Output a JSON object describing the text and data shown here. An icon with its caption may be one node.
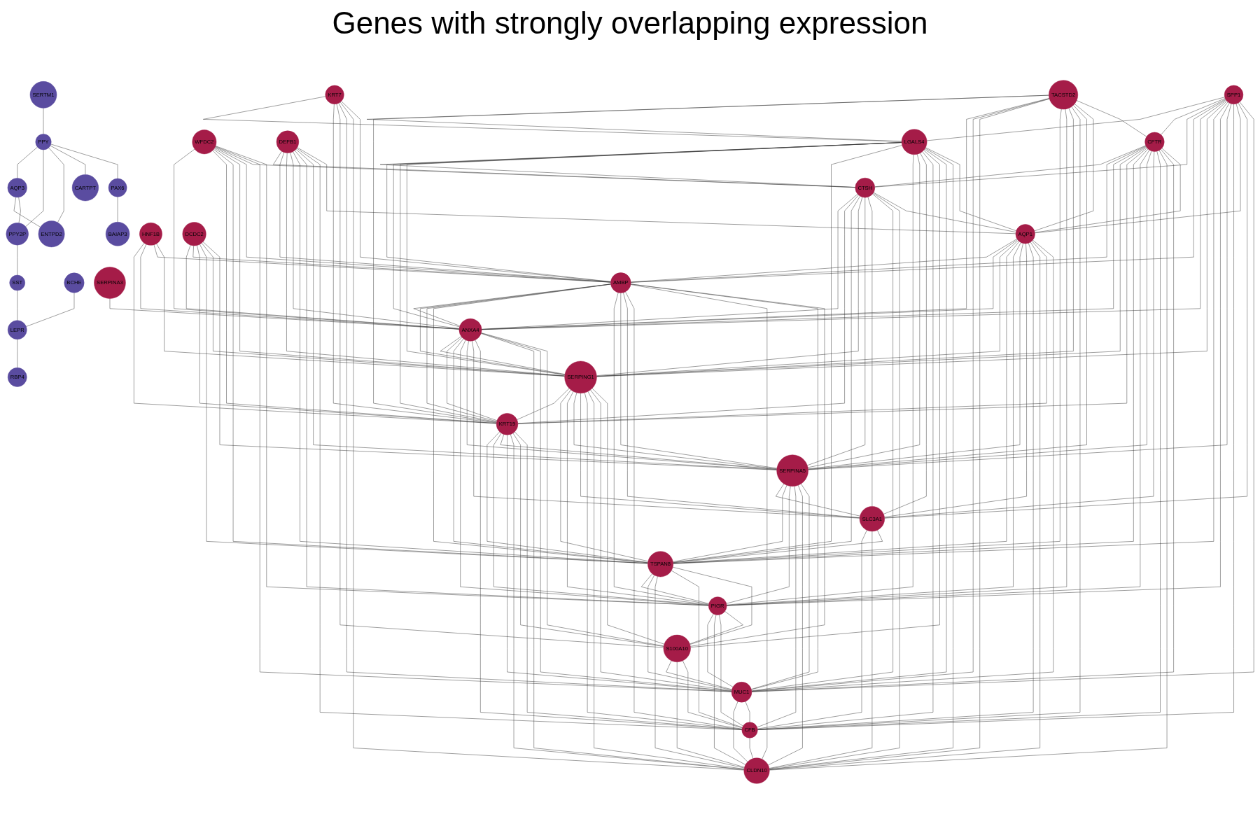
{
  "diagram": {
    "title": "Genes with strongly overlapping expression",
    "nodes": [
      {
        "text": [
          "AQP3"
        ]
      },
      {
        "text": [
          "SERTM1"
        ]
      },
      {
        "text": [
          "PPY"
        ]
      },
      {
        "text": [
          "PPY2P"
        ]
      },
      {
        "text": [
          "SST"
        ]
      },
      {
        "text": [
          "ENTPD2"
        ]
      },
      {
        "text": [
          "CARTPT"
        ]
      },
      {
        "text": [
          "PAX6"
        ]
      },
      {
        "text": [
          "LEPR"
        ]
      },
      {
        "text": [
          "BCHE"
        ]
      },
      {
        "text": [
          "BAIAP3"
        ]
      },
      {
        "text": [
          "RBP4"
        ]
      },
      {
        "text": [
          "HNF1B"
        ]
      },
      {
        "text": [
          "TACSTD2"
        ]
      },
      {
        "text": [
          "SERPINA3"
        ]
      },
      {
        "text": [
          "WFDC2"
        ]
      },
      {
        "text": [
          "SPP1"
        ]
      },
      {
        "text": [
          "DEFB1"
        ]
      },
      {
        "text": [
          "CFTR"
        ]
      },
      {
        "text": [
          "LGALS4"
        ]
      },
      {
        "text": [
          "CTSH"
        ]
      },
      {
        "text": [
          "AQP1"
        ]
      },
      {
        "text": [
          "AMBP"
        ]
      },
      {
        "text": [
          "ANXA4"
        ]
      },
      {
        "text": [
          "DCDC2"
        ]
      },
      {
        "text": [
          "SERPING1"
        ]
      },
      {
        "text": [
          "KRT19"
        ]
      },
      {
        "text": [
          "SERPINA5"
        ]
      },
      {
        "text": [
          "SLC3A1"
        ]
      },
      {
        "text": [
          "TSPAN8"
        ]
      },
      {
        "text": [
          "PIGR"
        ]
      },
      {
        "text": [
          "KRT7"
        ]
      },
      {
        "text": [
          "S100A10"
        ]
      },
      {
        "text": [
          "MUC1"
        ]
      },
      {
        "text": [
          "CFB"
        ]
      },
      {
        "text": [
          "CLDN10"
        ]
      }
    ],
    "edges": [
      {
        "from": 1,
        "to": 2,
        "arrow": "none"
      },
      {
        "from": 2,
        "to": 0,
        "arrow": "none"
      },
      {
        "from": 2,
        "to": 3,
        "arrow": "none"
      },
      {
        "from": 2,
        "to": 5,
        "arrow": "none"
      },
      {
        "from": 0,
        "to": 5,
        "arrow": "none"
      },
      {
        "from": 0,
        "to": 3,
        "arrow": "none"
      },
      {
        "from": 2,
        "to": 6,
        "arrow": "none"
      },
      {
        "from": 2,
        "to": 7,
        "arrow": "none"
      },
      {
        "from": 7,
        "to": 10,
        "arrow": "none"
      },
      {
        "from": 3,
        "to": 4,
        "arrow": "none"
      },
      {
        "from": 4,
        "to": 8,
        "arrow": "none"
      },
      {
        "from": 9,
        "to": 8,
        "arrow": "none"
      },
      {
        "from": 8,
        "to": 11,
        "arrow": "none"
      },
      {
        "from": 14,
        "to": 23,
        "arrow": "none"
      },
      {
        "from": 12,
        "to": 26,
        "arrow": "none"
      },
      {
        "from": 12,
        "to": 23,
        "arrow": "none"
      },
      {
        "from": 12,
        "to": 22,
        "arrow": "none"
      },
      {
        "from": 12,
        "to": 25,
        "arrow": "none"
      },
      {
        "from": 13,
        "to": 19,
        "arrow": "none"
      },
      {
        "from": 13,
        "to": 26,
        "arrow": "none"
      },
      {
        "from": 13,
        "to": 23,
        "arrow": "none"
      },
      {
        "from": 13,
        "to": 33,
        "arrow": "none"
      },
      {
        "from": 13,
        "to": 35,
        "arrow": "none"
      },
      {
        "from": 13,
        "to": 29,
        "arrow": "none"
      },
      {
        "from": 13,
        "to": 30,
        "arrow": "none"
      },
      {
        "from": 13,
        "to": 25,
        "arrow": "none"
      },
      {
        "from": 13,
        "to": 34,
        "arrow": "none"
      },
      {
        "from": 13,
        "to": 27,
        "arrow": "none"
      },
      {
        "from": 13,
        "to": 21,
        "arrow": "none"
      },
      {
        "from": 13,
        "to": 18,
        "arrow": "none"
      },
      {
        "from": 15,
        "to": 23,
        "arrow": "none"
      },
      {
        "from": 15,
        "to": 26,
        "arrow": "none"
      },
      {
        "from": 15,
        "to": 29,
        "arrow": "none"
      },
      {
        "from": 15,
        "to": 25,
        "arrow": "none"
      },
      {
        "from": 15,
        "to": 22,
        "arrow": "none"
      },
      {
        "from": 15,
        "to": 20,
        "arrow": "none"
      },
      {
        "from": 15,
        "to": 33,
        "arrow": "none"
      },
      {
        "from": 15,
        "to": 30,
        "arrow": "none"
      },
      {
        "from": 24,
        "to": 23,
        "arrow": "none"
      },
      {
        "from": 24,
        "to": 22,
        "arrow": "none"
      },
      {
        "from": 24,
        "to": 26,
        "arrow": "none"
      },
      {
        "from": 24,
        "to": 29,
        "arrow": "none"
      },
      {
        "from": 24,
        "to": 25,
        "arrow": "none"
      },
      {
        "from": 24,
        "to": 27,
        "arrow": "none"
      },
      {
        "from": 16,
        "to": 19,
        "arrow": "none"
      },
      {
        "from": 16,
        "to": 18,
        "arrow": "none"
      },
      {
        "from": 16,
        "to": 20,
        "arrow": "none"
      },
      {
        "from": 16,
        "to": 22,
        "arrow": "none"
      },
      {
        "from": 16,
        "to": 23,
        "arrow": "none"
      },
      {
        "from": 16,
        "to": 25,
        "arrow": "none"
      },
      {
        "from": 16,
        "to": 29,
        "arrow": "none"
      },
      {
        "from": 16,
        "to": 30,
        "arrow": "none"
      },
      {
        "from": 16,
        "to": 27,
        "arrow": "none"
      },
      {
        "from": 16,
        "to": 34,
        "arrow": "none"
      },
      {
        "from": 16,
        "to": 21,
        "arrow": "none"
      },
      {
        "from": 16,
        "to": 28,
        "arrow": "none"
      },
      {
        "from": 16,
        "to": 33,
        "arrow": "none"
      },
      {
        "from": 17,
        "to": 20,
        "arrow": "none"
      },
      {
        "from": 17,
        "to": 22,
        "arrow": "none"
      },
      {
        "from": 17,
        "to": 25,
        "arrow": "none"
      },
      {
        "from": 17,
        "to": 23,
        "arrow": "none"
      },
      {
        "from": 17,
        "to": 29,
        "arrow": "none"
      },
      {
        "from": 17,
        "to": 30,
        "arrow": "none"
      },
      {
        "from": 17,
        "to": 27,
        "arrow": "none"
      },
      {
        "from": 17,
        "to": 34,
        "arrow": "none"
      },
      {
        "from": 17,
        "to": 21,
        "arrow": "none"
      },
      {
        "from": 31,
        "to": 19,
        "arrow": "none"
      },
      {
        "from": 31,
        "to": 26,
        "arrow": "none"
      },
      {
        "from": 31,
        "to": 32,
        "arrow": "none"
      },
      {
        "from": 31,
        "to": 33,
        "arrow": "none"
      },
      {
        "from": 31,
        "to": 35,
        "arrow": "none"
      },
      {
        "from": 31,
        "to": 22,
        "arrow": "none"
      },
      {
        "from": 19,
        "to": 20,
        "arrow": "none"
      },
      {
        "from": 19,
        "to": 22,
        "arrow": "none"
      },
      {
        "from": 19,
        "to": 23,
        "arrow": "none"
      },
      {
        "from": 19,
        "to": 26,
        "arrow": "none"
      },
      {
        "from": 19,
        "to": 25,
        "arrow": "none"
      },
      {
        "from": 19,
        "to": 29,
        "arrow": "none"
      },
      {
        "from": 19,
        "to": 30,
        "arrow": "none"
      },
      {
        "from": 19,
        "to": 27,
        "arrow": "none"
      },
      {
        "from": 19,
        "to": 28,
        "arrow": "none"
      },
      {
        "from": 19,
        "to": 34,
        "arrow": "none"
      },
      {
        "from": 19,
        "to": 32,
        "arrow": "none"
      },
      {
        "from": 19,
        "to": 33,
        "arrow": "none"
      },
      {
        "from": 19,
        "to": 35,
        "arrow": "none"
      },
      {
        "from": 19,
        "to": 21,
        "arrow": "none"
      },
      {
        "from": 18,
        "to": 20,
        "arrow": "none"
      },
      {
        "from": 18,
        "to": 22,
        "arrow": "none"
      },
      {
        "from": 18,
        "to": 23,
        "arrow": "none"
      },
      {
        "from": 18,
        "to": 25,
        "arrow": "none"
      },
      {
        "from": 18,
        "to": 26,
        "arrow": "none"
      },
      {
        "from": 18,
        "to": 29,
        "arrow": "none"
      },
      {
        "from": 18,
        "to": 30,
        "arrow": "none"
      },
      {
        "from": 18,
        "to": 27,
        "arrow": "none"
      },
      {
        "from": 18,
        "to": 28,
        "arrow": "none"
      },
      {
        "from": 18,
        "to": 34,
        "arrow": "none"
      },
      {
        "from": 18,
        "to": 35,
        "arrow": "none"
      },
      {
        "from": 18,
        "to": 33,
        "arrow": "none"
      },
      {
        "from": 18,
        "to": 21,
        "arrow": "none"
      },
      {
        "from": 20,
        "to": 23,
        "arrow": "none"
      },
      {
        "from": 20,
        "to": 26,
        "arrow": "none"
      },
      {
        "from": 20,
        "to": 29,
        "arrow": "none"
      },
      {
        "from": 20,
        "to": 25,
        "arrow": "none"
      },
      {
        "from": 20,
        "to": 27,
        "arrow": "none"
      },
      {
        "from": 20,
        "to": 28,
        "arrow": "none"
      },
      {
        "from": 20,
        "to": 33,
        "arrow": "none"
      },
      {
        "from": 20,
        "to": 35,
        "arrow": "none"
      },
      {
        "from": 20,
        "to": 21,
        "arrow": "none"
      },
      {
        "from": 21,
        "to": 22,
        "arrow": "none"
      },
      {
        "from": 21,
        "to": 23,
        "arrow": "none"
      },
      {
        "from": 21,
        "to": 25,
        "arrow": "none"
      },
      {
        "from": 21,
        "to": 29,
        "arrow": "none"
      },
      {
        "from": 21,
        "to": 30,
        "arrow": "none"
      },
      {
        "from": 21,
        "to": 27,
        "arrow": "none"
      },
      {
        "from": 21,
        "to": 28,
        "arrow": "none"
      },
      {
        "from": 21,
        "to": 34,
        "arrow": "none"
      },
      {
        "from": 21,
        "to": 35,
        "arrow": "none"
      },
      {
        "from": 21,
        "to": 26,
        "arrow": "none"
      },
      {
        "from": 21,
        "to": 33,
        "arrow": "none"
      },
      {
        "from": 22,
        "to": 23,
        "arrow": "none"
      },
      {
        "from": 22,
        "to": 25,
        "arrow": "none"
      },
      {
        "from": 22,
        "to": 26,
        "arrow": "none"
      },
      {
        "from": 22,
        "to": 29,
        "arrow": "none"
      },
      {
        "from": 22,
        "to": 30,
        "arrow": "none"
      },
      {
        "from": 22,
        "to": 27,
        "arrow": "none"
      },
      {
        "from": 22,
        "to": 28,
        "arrow": "none"
      },
      {
        "from": 22,
        "to": 34,
        "arrow": "none"
      },
      {
        "from": 22,
        "to": 35,
        "arrow": "none"
      },
      {
        "from": 22,
        "to": 33,
        "arrow": "none"
      },
      {
        "from": 22,
        "to": 32,
        "arrow": "none"
      },
      {
        "from": 23,
        "to": 25,
        "arrow": "none"
      },
      {
        "from": 23,
        "to": 26,
        "arrow": "none"
      },
      {
        "from": 23,
        "to": 29,
        "arrow": "none"
      },
      {
        "from": 23,
        "to": 30,
        "arrow": "none"
      },
      {
        "from": 23,
        "to": 27,
        "arrow": "none"
      },
      {
        "from": 23,
        "to": 28,
        "arrow": "none"
      },
      {
        "from": 23,
        "to": 34,
        "arrow": "none"
      },
      {
        "from": 23,
        "to": 35,
        "arrow": "none"
      },
      {
        "from": 23,
        "to": 33,
        "arrow": "none"
      },
      {
        "from": 23,
        "to": 32,
        "arrow": "none"
      },
      {
        "from": 25,
        "to": 26,
        "arrow": "none"
      },
      {
        "from": 25,
        "to": 29,
        "arrow": "none"
      },
      {
        "from": 25,
        "to": 30,
        "arrow": "none"
      },
      {
        "from": 25,
        "to": 27,
        "arrow": "none"
      },
      {
        "from": 25,
        "to": 28,
        "arrow": "none"
      },
      {
        "from": 25,
        "to": 34,
        "arrow": "none"
      },
      {
        "from": 25,
        "to": 35,
        "arrow": "none"
      },
      {
        "from": 25,
        "to": 33,
        "arrow": "none"
      },
      {
        "from": 25,
        "to": 32,
        "arrow": "none"
      },
      {
        "from": 26,
        "to": 29,
        "arrow": "none"
      },
      {
        "from": 26,
        "to": 30,
        "arrow": "none"
      },
      {
        "from": 26,
        "to": 27,
        "arrow": "none"
      },
      {
        "from": 26,
        "to": 33,
        "arrow": "none"
      },
      {
        "from": 26,
        "to": 35,
        "arrow": "none"
      },
      {
        "from": 26,
        "to": 32,
        "arrow": "none"
      },
      {
        "from": 26,
        "to": 34,
        "arrow": "none"
      },
      {
        "from": 27,
        "to": 28,
        "arrow": "none"
      },
      {
        "from": 27,
        "to": 29,
        "arrow": "none"
      },
      {
        "from": 27,
        "to": 30,
        "arrow": "none"
      },
      {
        "from": 27,
        "to": 34,
        "arrow": "none"
      },
      {
        "from": 27,
        "to": 35,
        "arrow": "none"
      },
      {
        "from": 27,
        "to": 33,
        "arrow": "none"
      },
      {
        "from": 28,
        "to": 34,
        "arrow": "none"
      },
      {
        "from": 28,
        "to": 35,
        "arrow": "none"
      },
      {
        "from": 28,
        "to": 29,
        "arrow": "none"
      },
      {
        "from": 29,
        "to": 30,
        "arrow": "none"
      },
      {
        "from": 29,
        "to": 33,
        "arrow": "none"
      },
      {
        "from": 29,
        "to": 35,
        "arrow": "none"
      },
      {
        "from": 29,
        "to": 34,
        "arrow": "none"
      },
      {
        "from": 29,
        "to": 32,
        "arrow": "none"
      },
      {
        "from": 30,
        "to": 33,
        "arrow": "none"
      },
      {
        "from": 30,
        "to": 35,
        "arrow": "none"
      },
      {
        "from": 30,
        "to": 34,
        "arrow": "none"
      },
      {
        "from": 30,
        "to": 32,
        "arrow": "none"
      },
      {
        "from": 32,
        "to": 33,
        "arrow": "none"
      },
      {
        "from": 32,
        "to": 35,
        "arrow": "none"
      },
      {
        "from": 32,
        "to": 34,
        "arrow": "none"
      },
      {
        "from": 33,
        "to": 35,
        "arrow": "none"
      },
      {
        "from": 33,
        "to": 34,
        "arrow": "none"
      },
      {
        "from": 34,
        "to": 35,
        "arrow": "none"
      }
    ]
  }
}
